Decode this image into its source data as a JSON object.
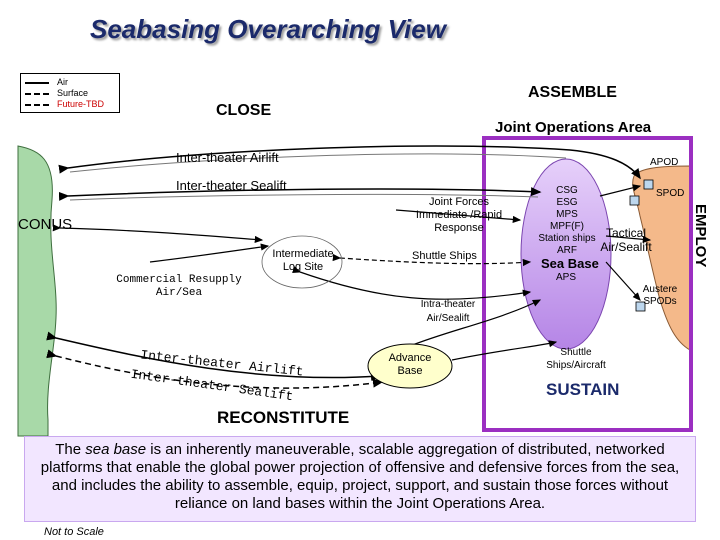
{
  "title": "Seabasing Overarching View",
  "legend": [
    {
      "label": "Air",
      "color": "#000000"
    },
    {
      "label": "Surface",
      "color": "#000000"
    },
    {
      "label": "Future-TBD",
      "color": "#cc0000"
    }
  ],
  "phases": {
    "close": "CLOSE",
    "assemble": "ASSEMBLE",
    "employ": "EMPLOY",
    "sustain": "SUSTAIN",
    "reconstitute": "RECONSTITUTE"
  },
  "regions": {
    "conus": "CONUS",
    "joint_ops_area": "Joint Operations Area",
    "sea_base": "Sea Base"
  },
  "flows": {
    "airlift_top": "Inter-theater Airlift",
    "sealift_top": "Inter-theater Sealift",
    "airlift_bottom": "Inter-theater Airlift",
    "sealift_bottom": "Inter-theater Sealift",
    "commercial": "Commercial Resupply Air/Sea",
    "intermediate": "Intermediate Log Site",
    "joint_forces": "Joint Forces Immediate /Rapid Response",
    "shuttle_ships": "Shuttle Ships",
    "intra_theater": "Intra-theater Air/Sealift",
    "advance_base": "Advance Base",
    "shuttle_aircraft": "Shuttle Ships/Aircraft",
    "tactical": "Tactical Air/Sealift"
  },
  "sea_base_ships": [
    "CSG",
    "ESG",
    "MPS",
    "MPF(F)",
    "Station ships",
    "ARF"
  ],
  "aps": "APS",
  "nodes": {
    "apod": "APOD",
    "spod": "SPOD",
    "austere": "Austere SPODs"
  },
  "caption": {
    "pre": "The ",
    "italic": "sea base",
    "post": " is an inherently maneuverable, scalable aggregation of distributed, networked platforms that enable the global power projection of offensive and defensive forces from the sea, and includes the ability to assemble, equip, project, support, and sustain those forces without reliance on land bases within the Joint Operations Area."
  },
  "footnote": "Not to Scale",
  "colors": {
    "title": "#1b2a6b",
    "joa_border": "#9b2fc1",
    "sea_base_fill": "#c9a0f0",
    "land_left": "#a8d9a8",
    "land_right": "#f4b98a",
    "caption_bg": "#f2e6ff",
    "future": "#cc0000"
  }
}
